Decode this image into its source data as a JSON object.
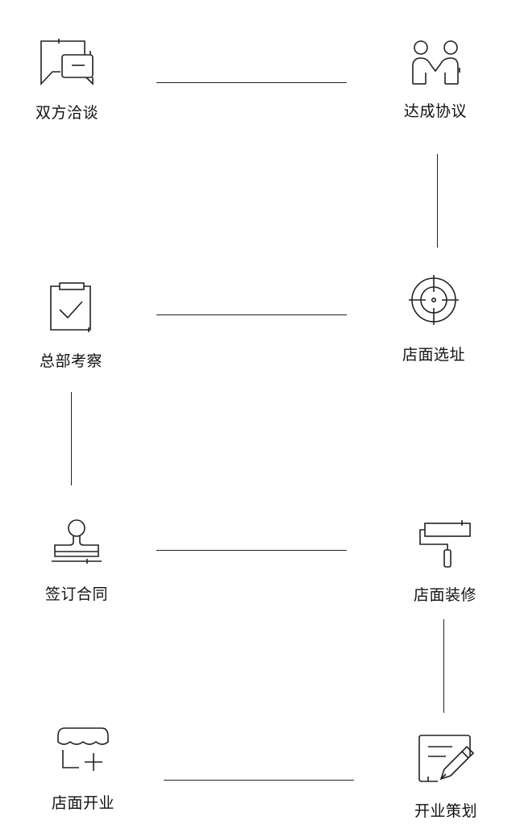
{
  "steps": [
    {
      "id": 1,
      "label": "双方洽谈",
      "icon": "chat-bubbles-icon"
    },
    {
      "id": 2,
      "label": "达成协议",
      "icon": "handshake-people-icon"
    },
    {
      "id": 3,
      "label": "店面选址",
      "icon": "target-crosshair-icon"
    },
    {
      "id": 4,
      "label": "总部考察",
      "icon": "clipboard-check-icon"
    },
    {
      "id": 5,
      "label": "签订合同",
      "icon": "stamp-icon"
    },
    {
      "id": 6,
      "label": "店面装修",
      "icon": "paint-roller-icon"
    },
    {
      "id": 7,
      "label": "开业策划",
      "icon": "document-pencil-icon"
    },
    {
      "id": 8,
      "label": "店面开业",
      "icon": "storefront-awning-icon"
    }
  ],
  "colors": {
    "stroke": "#222222",
    "background": "#ffffff",
    "text": "#111111"
  }
}
